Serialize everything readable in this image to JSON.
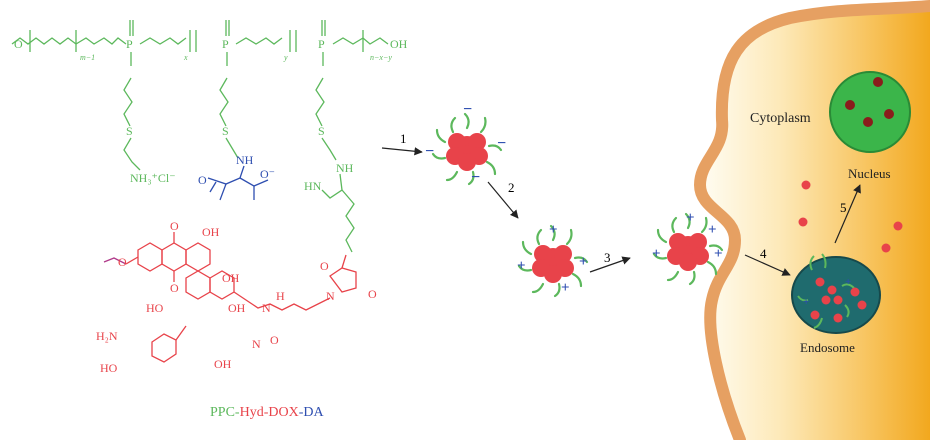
{
  "polymer": {
    "methoxy": "O",
    "sub_m": "m−1",
    "sub_x": "x",
    "sub_y": "y",
    "sub_n": "n−x−y",
    "end_group": "OH",
    "p1": "P",
    "p2": "P",
    "p3": "P",
    "amine_salt": "NH₃⁺Cl⁻",
    "s1": "S",
    "s2": "S",
    "s3": "S",
    "nh_da": "NH",
    "carboxylate": "O⁻",
    "o_da": "O",
    "imine": "HN",
    "nh_imine": "NH"
  },
  "dox": {
    "oh1": "OH",
    "oh2": "OH",
    "oh3": "OH",
    "oh4": "OH",
    "ho": "HO",
    "amine": "H₂N",
    "ho2": "HO",
    "o_methoxy": "O",
    "hydrazone_n": "N",
    "hydrazone_h": "H",
    "hydrazone_n2": "N",
    "o_ketone": "O",
    "o_ketone2": "O",
    "maleimide_n": "N",
    "maleimide_o": "O",
    "maleimide_o2": "O",
    "amide_o": "O"
  },
  "caption": {
    "part1": "PPC",
    "sep1": "-",
    "part2": "Hyd",
    "sep2": "-",
    "part3": "DOX",
    "sep3": "-",
    "part4": "DA"
  },
  "steps": [
    "1",
    "2",
    "3",
    "4",
    "5"
  ],
  "cell": {
    "cytoplasm": "Cytoplasm",
    "nucleus": "Nucleus",
    "endosome": "Endosome"
  },
  "charges": {
    "minus": "−",
    "plus": "+"
  },
  "colors": {
    "polymer_green": "#5cb85c",
    "da_blue": "#2e4eb0",
    "dox_red": "#e8434a",
    "cell_orange": "#f2b23a",
    "membrane": "#e6a062",
    "nucleus_green": "#3bb54a",
    "endosome_teal": "#1f6b6e"
  }
}
